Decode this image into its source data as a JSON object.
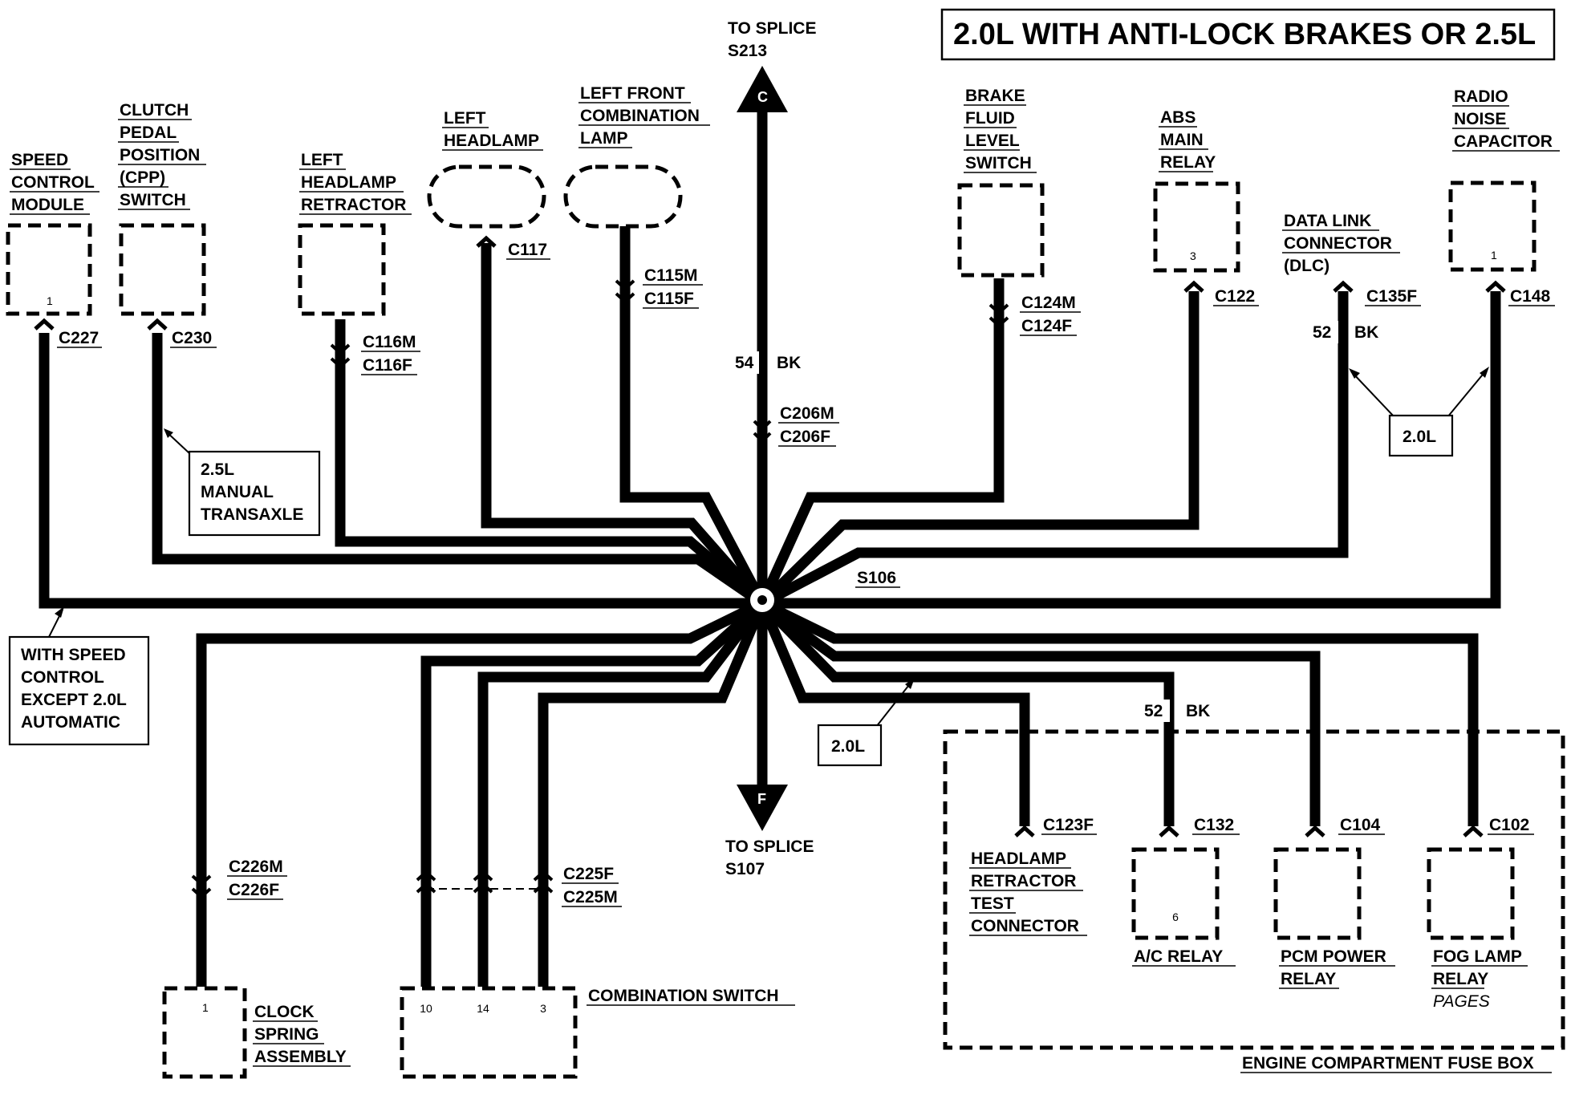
{
  "title": "2.0L WITH ANTI-LOCK BRAKES OR 2.5L",
  "splices": {
    "center": "S106",
    "top_to": "TO SPLICE",
    "top_id": "S213",
    "top_letter": "C",
    "bottom_to": "TO SPLICE",
    "bottom_id": "S107",
    "bottom_letter": "F"
  },
  "wires": {
    "main_circuit": "54",
    "main_color": "BK",
    "dlc_circuit": "52",
    "dlc_color": "BK",
    "ac_circuit": "52",
    "ac_color": "BK"
  },
  "components": {
    "speed_control": [
      "SPEED",
      "CONTROL",
      "MODULE"
    ],
    "speed_control_pin": "1",
    "cpp_switch": [
      "CLUTCH",
      "PEDAL",
      "POSITION",
      "(CPP)",
      "SWITCH"
    ],
    "headlamp_retractor": [
      "LEFT",
      "HEADLAMP",
      "RETRACTOR"
    ],
    "left_headlamp": [
      "LEFT",
      "HEADLAMP"
    ],
    "left_front_combination": [
      "LEFT FRONT",
      "COMBINATION",
      "LAMP"
    ],
    "brake_fluid": [
      "BRAKE",
      "FLUID",
      "LEVEL",
      "SWITCH"
    ],
    "abs_main_relay": [
      "ABS",
      "MAIN",
      "RELAY"
    ],
    "abs_main_relay_pin": "3",
    "dlc": [
      "DATA LINK",
      "CONNECTOR",
      "(DLC)"
    ],
    "radio_noise": [
      "RADIO",
      "NOISE",
      "CAPACITOR"
    ],
    "radio_noise_pin": "1",
    "clock_spring": [
      "CLOCK",
      "SPRING",
      "ASSEMBLY"
    ],
    "clock_spring_pin": "1",
    "combination_switch": "COMBINATION SWITCH",
    "combination_switch_pins": [
      "10",
      "14",
      "3"
    ],
    "headlamp_retractor_test": [
      "HEADLAMP",
      "RETRACTOR",
      "TEST",
      "CONNECTOR"
    ],
    "ac_relay": "A/C RELAY",
    "ac_relay_pin": "6",
    "pcm_power_relay": [
      "PCM POWER",
      "RELAY"
    ],
    "fog_lamp_relay": [
      "FOG LAMP",
      "RELAY"
    ],
    "fog_lamp_pages": "PAGES",
    "fuse_box": "ENGINE COMPARTMENT FUSE BOX"
  },
  "connectors": {
    "c227": "C227",
    "c230": "C230",
    "c116m": "C116M",
    "c116f": "C116F",
    "c117": "C117",
    "c115m": "C115M",
    "c115f": "C115F",
    "c206m": "C206M",
    "c206f": "C206F",
    "c124m": "C124M",
    "c124f": "C124F",
    "c122": "C122",
    "c135f": "C135F",
    "c148": "C148",
    "c226m": "C226M",
    "c226f": "C226F",
    "c225f": "C225F",
    "c225m": "C225M",
    "c123f": "C123F",
    "c132": "C132",
    "c104": "C104",
    "c102": "C102"
  },
  "notes": {
    "manual_transaxle": [
      "2.5L",
      "MANUAL",
      "TRANSAXLE"
    ],
    "speed_control_note": [
      "WITH SPEED",
      "CONTROL",
      "EXCEPT 2.0L",
      "AUTOMATIC"
    ],
    "dlc_note": "2.0L",
    "ac_note": "2.0L"
  }
}
